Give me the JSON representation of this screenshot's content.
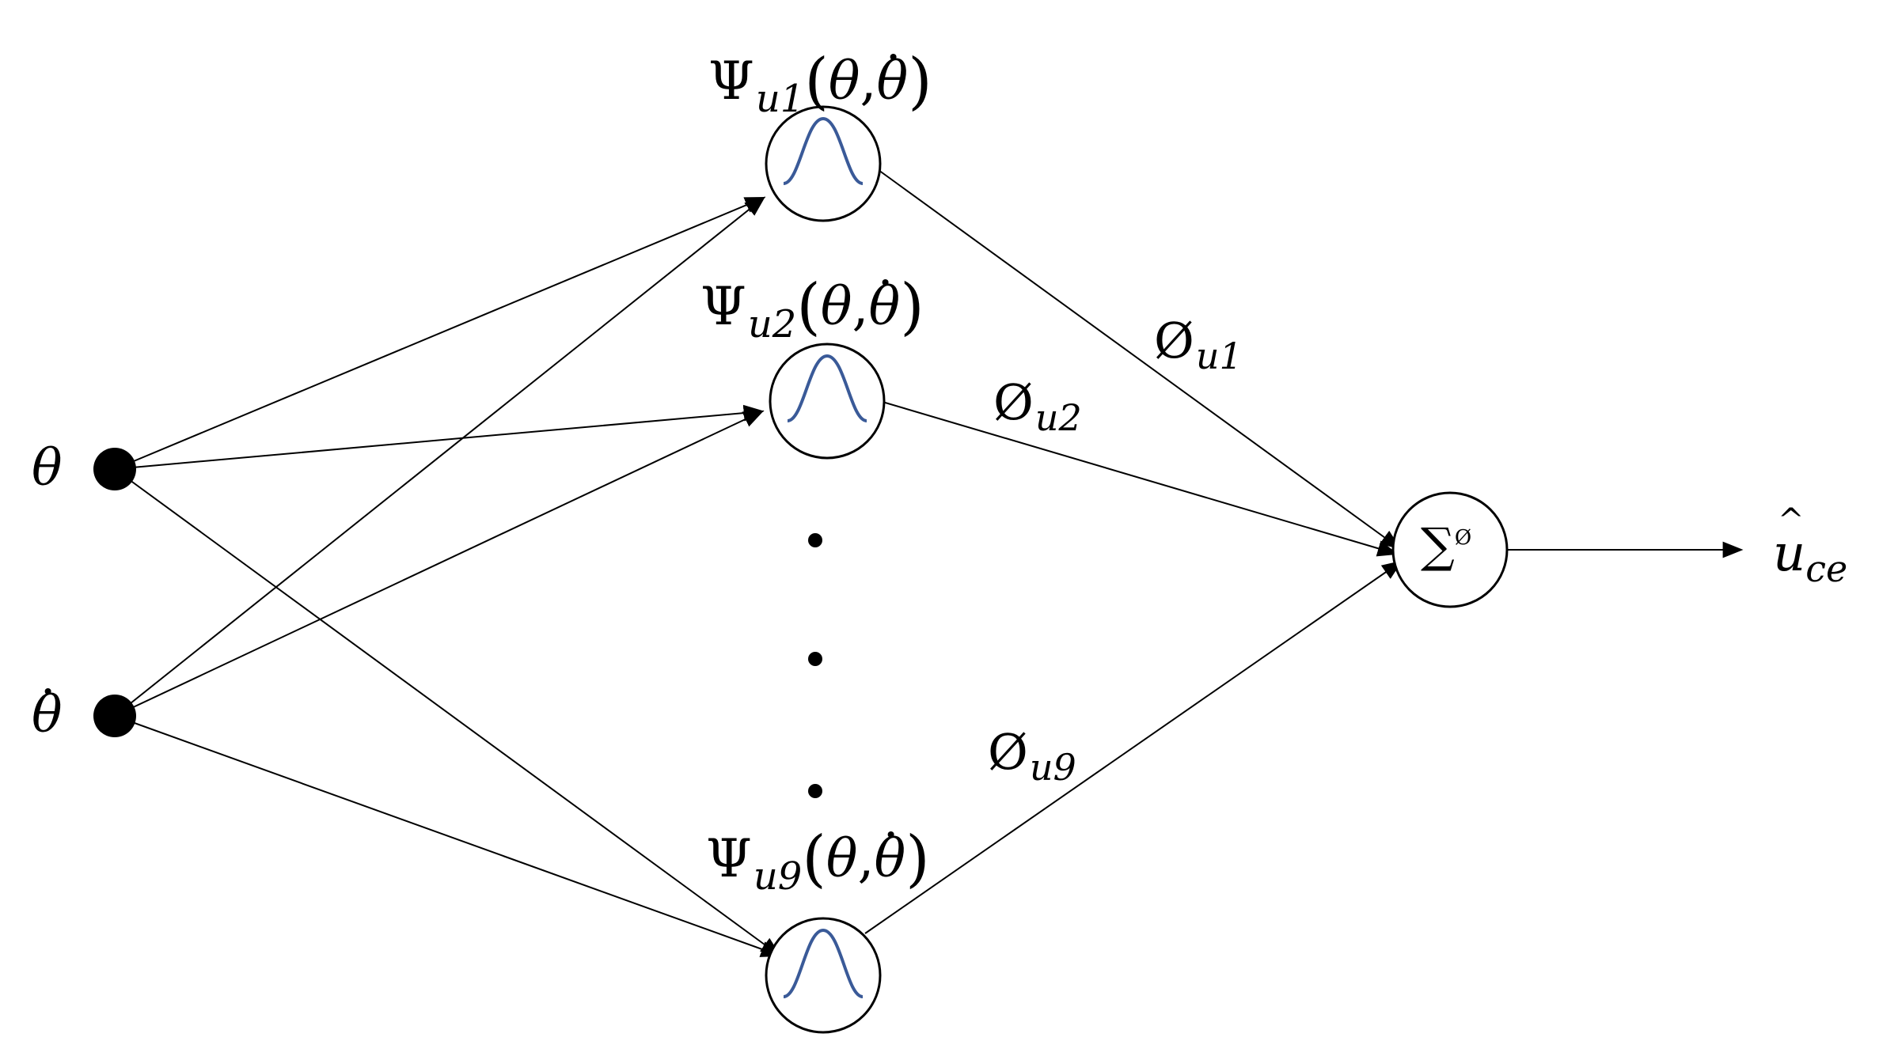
{
  "inputs": {
    "theta": "θ",
    "theta_dot": "θ"
  },
  "hidden_nodes": {
    "psi1": {
      "symbol": "Ψ",
      "subscript": "u1",
      "arg1": "θ",
      "sep": ",",
      "arg2": "θ"
    },
    "psi2": {
      "symbol": "Ψ",
      "subscript": "u2",
      "arg1": "θ",
      "sep": ",",
      "arg2": "θ"
    },
    "psi9": {
      "symbol": "Ψ",
      "subscript": "u9",
      "arg1": "θ",
      "sep": ",",
      "arg2": "θ"
    }
  },
  "weights": {
    "w1": {
      "symbol": "Ø",
      "subscript": "u1"
    },
    "w2": {
      "symbol": "Ø",
      "subscript": "u2"
    },
    "w9": {
      "symbol": "Ø",
      "subscript": "u9"
    }
  },
  "summation": {
    "symbol": "∑",
    "superscript": "Ø"
  },
  "output": {
    "symbol": "u",
    "subscript": "ce"
  },
  "colors": {
    "gaussian_curve": "#3a5a98",
    "stroke": "#000000"
  }
}
